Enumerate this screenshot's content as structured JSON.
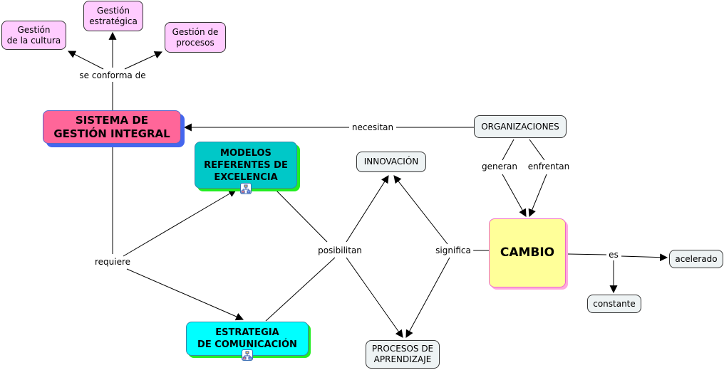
{
  "concepts": {
    "cultura": "Gestión\nde la cultura",
    "estrategica": "Gestión\nestratégica",
    "procesos": "Gestión de\nprocesos",
    "sistema": "SISTEMA DE\nGESTIÓN INTEGRAL",
    "modelos": "MODELOS\nREFERENTES DE\nEXCELENCIA",
    "innovacion": "INNOVACIÓN",
    "organizaciones": "ORGANIZACIONES",
    "cambio": "CAMBIO",
    "acelerado": "acelerado",
    "constante": "constante",
    "estrategia_com": "ESTRATEGIA\nDE COMUNICACIÓN",
    "aprendizaje": "PROCESOS DE\nAPRENDIZAJE"
  },
  "linking_phrases": {
    "conforma": "se conforma de",
    "necesitan": "necesitan",
    "generan": "generan",
    "enfrentan": "enfrentan",
    "requiere": "requiere",
    "posibilitan": "posibilitan",
    "significa": "significa",
    "es": "es"
  },
  "colors": {
    "pink_node": "#ffccff",
    "sistema_fill": "#ff6699",
    "sistema_shadow": "#4466ee",
    "cyan_dark": "#00c8c8",
    "cyan_light": "#00ffff",
    "green_shadow": "#22ee22",
    "cambio_fill": "#ffff99",
    "cambio_border": "#ee66cc",
    "gray_node": "#eef3f4"
  },
  "icons": {
    "submap": "concept-map-submap-icon"
  }
}
